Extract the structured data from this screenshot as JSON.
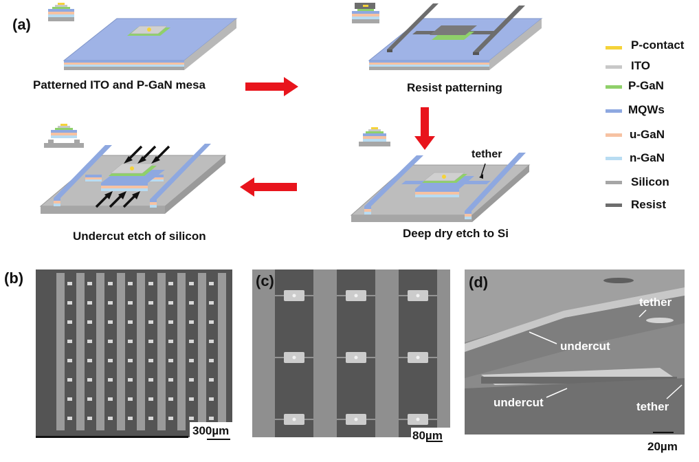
{
  "panels": {
    "a": "(a)",
    "b": "(b)",
    "c": "(c)",
    "d": "(d)"
  },
  "steps": {
    "step1": "Patterned ITO and P-GaN mesa",
    "step2": "Resist patterning",
    "step3": "Deep dry etch to Si",
    "step4": "Undercut etch of silicon",
    "tether": "tether"
  },
  "legend": [
    {
      "label": "P-contact",
      "color": "#f5d33a"
    },
    {
      "label": "ITO",
      "color": "#c8c8c8"
    },
    {
      "label": "P-GaN",
      "color": "#8fd06a"
    },
    {
      "label": "MQWs",
      "color": "#8ea8e0"
    },
    {
      "label": "u-GaN",
      "color": "#f6c2a2"
    },
    {
      "label": "n-GaN",
      "color": "#b8dcf2"
    },
    {
      "label": "Silicon",
      "color": "#a6a6a6"
    },
    {
      "label": "Resist",
      "color": "#6d6d6d"
    }
  ],
  "sem": {
    "b_scale": "300µm",
    "c_scale": "80µm",
    "d_scale": "20µm",
    "d_tether_top": "tether",
    "d_undercut_top": "undercut",
    "d_undercut_bottom": "undercut",
    "d_tether_bottom": "tether"
  },
  "colors": {
    "arrow": "#e8141c",
    "sem_bg": "#5a5a5a"
  }
}
